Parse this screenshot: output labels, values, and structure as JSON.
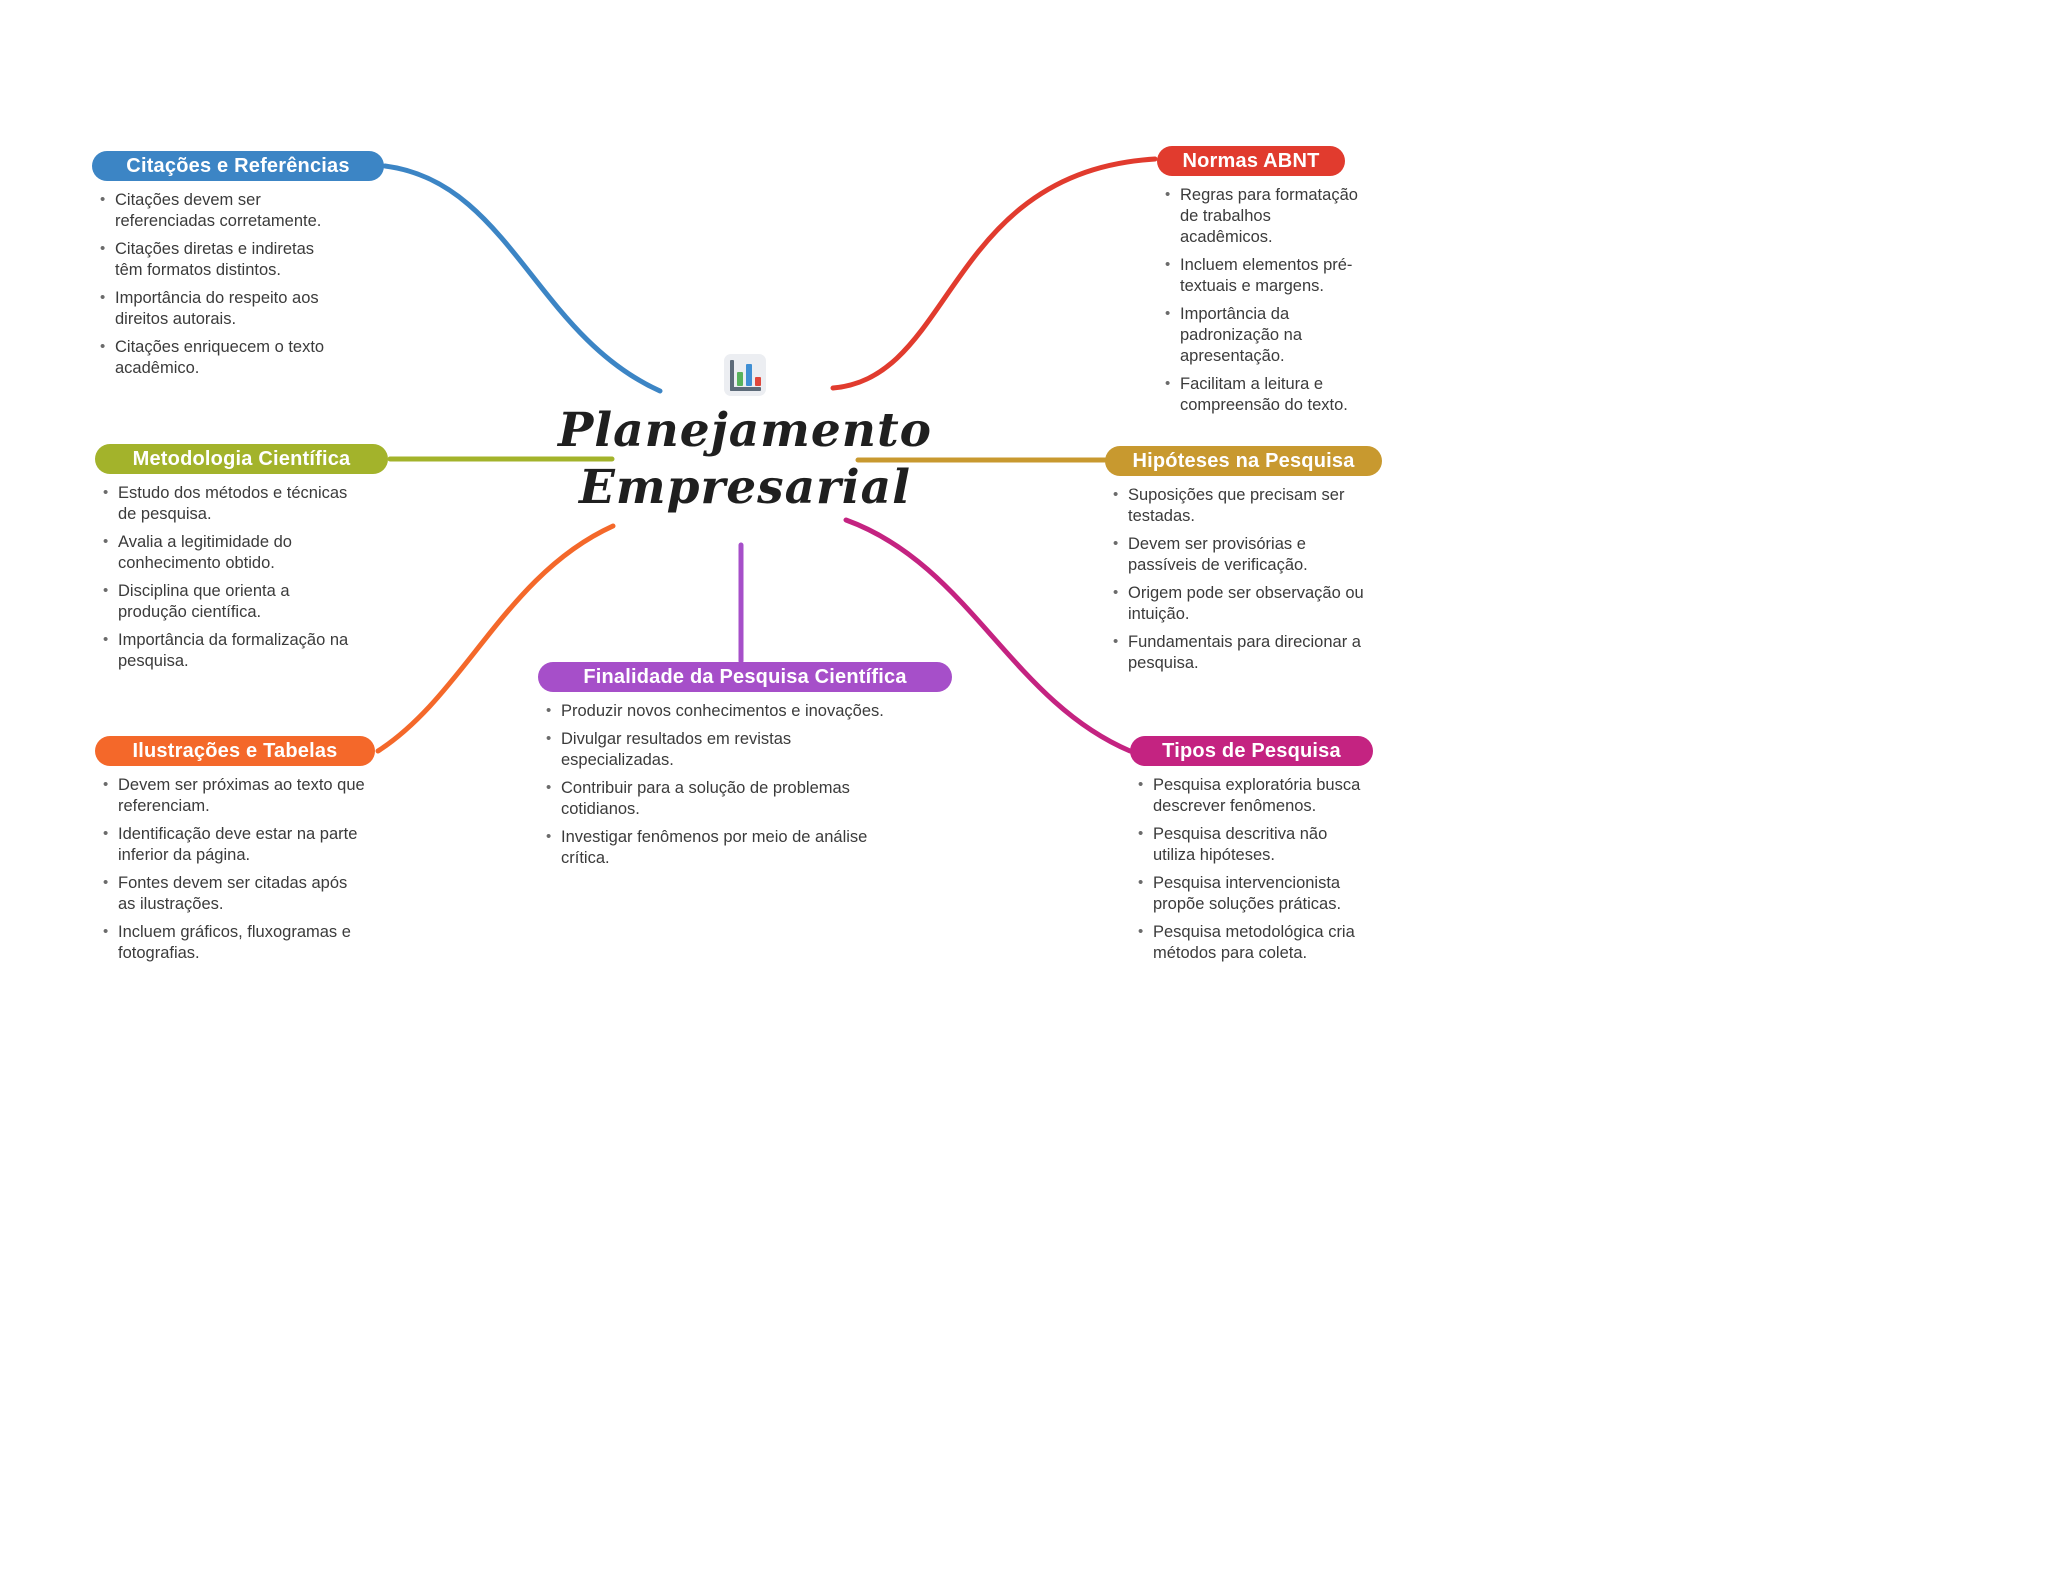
{
  "center": {
    "title_line1": "Planejamento",
    "title_line2": "Empresarial",
    "icon": "bar-chart-icon"
  },
  "colors": {
    "citacoes": "#3c85c5",
    "normas": "#e13b2e",
    "metodologia": "#a3b32b",
    "hipoteses": "#c8992f",
    "ilustracoes": "#f4682a",
    "finalidade": "#a64fc9",
    "tipos": "#c42381"
  },
  "branches": [
    {
      "id": "citacoes",
      "title": "Citações e Referências",
      "color": "#3c85c5",
      "items": [
        "Citações devem ser referenciadas corretamente.",
        "Citações diretas e indiretas têm formatos distintos.",
        "Importância do respeito aos direitos autorais.",
        "Citações enriquecem o texto acadêmico."
      ]
    },
    {
      "id": "normas",
      "title": "Normas ABNT",
      "color": "#e13b2e",
      "items": [
        "Regras para formatação de trabalhos acadêmicos.",
        "Incluem elementos pré-textuais e margens.",
        "Importância da padronização na apresentação.",
        "Facilitam a leitura e compreensão do texto."
      ]
    },
    {
      "id": "metodologia",
      "title": "Metodologia Científica",
      "color": "#a3b32b",
      "items": [
        "Estudo dos métodos e técnicas de pesquisa.",
        "Avalia a legitimidade do conhecimento obtido.",
        "Disciplina que orienta a produção científica.",
        "Importância da formalização na pesquisa."
      ]
    },
    {
      "id": "hipoteses",
      "title": "Hipóteses na Pesquisa",
      "color": "#c8992f",
      "items": [
        "Suposições que precisam ser testadas.",
        "Devem ser provisórias e passíveis de verificação.",
        "Origem pode ser observação ou intuição.",
        "Fundamentais para direcionar a pesquisa."
      ]
    },
    {
      "id": "ilustracoes",
      "title": "Ilustrações e Tabelas",
      "color": "#f4682a",
      "items": [
        "Devem ser próximas ao texto que referenciam.",
        "Identificação deve estar na parte inferior da página.",
        "Fontes devem ser citadas após as ilustrações.",
        "Incluem gráficos, fluxogramas e fotografias."
      ]
    },
    {
      "id": "finalidade",
      "title": "Finalidade da Pesquisa Científica",
      "color": "#a64fc9",
      "items": [
        "Produzir novos conhecimentos e inovações.",
        "Divulgar resultados em revistas especializadas.",
        "Contribuir para a solução de problemas cotidianos.",
        "Investigar fenômenos por meio de análise crítica."
      ]
    },
    {
      "id": "tipos",
      "title": "Tipos de Pesquisa",
      "color": "#c42381",
      "items": [
        "Pesquisa exploratória busca descrever fenômenos.",
        "Pesquisa descritiva não utiliza hipóteses.",
        "Pesquisa intervencionista propõe soluções práticas.",
        "Pesquisa metodológica cria métodos para coleta."
      ]
    }
  ]
}
